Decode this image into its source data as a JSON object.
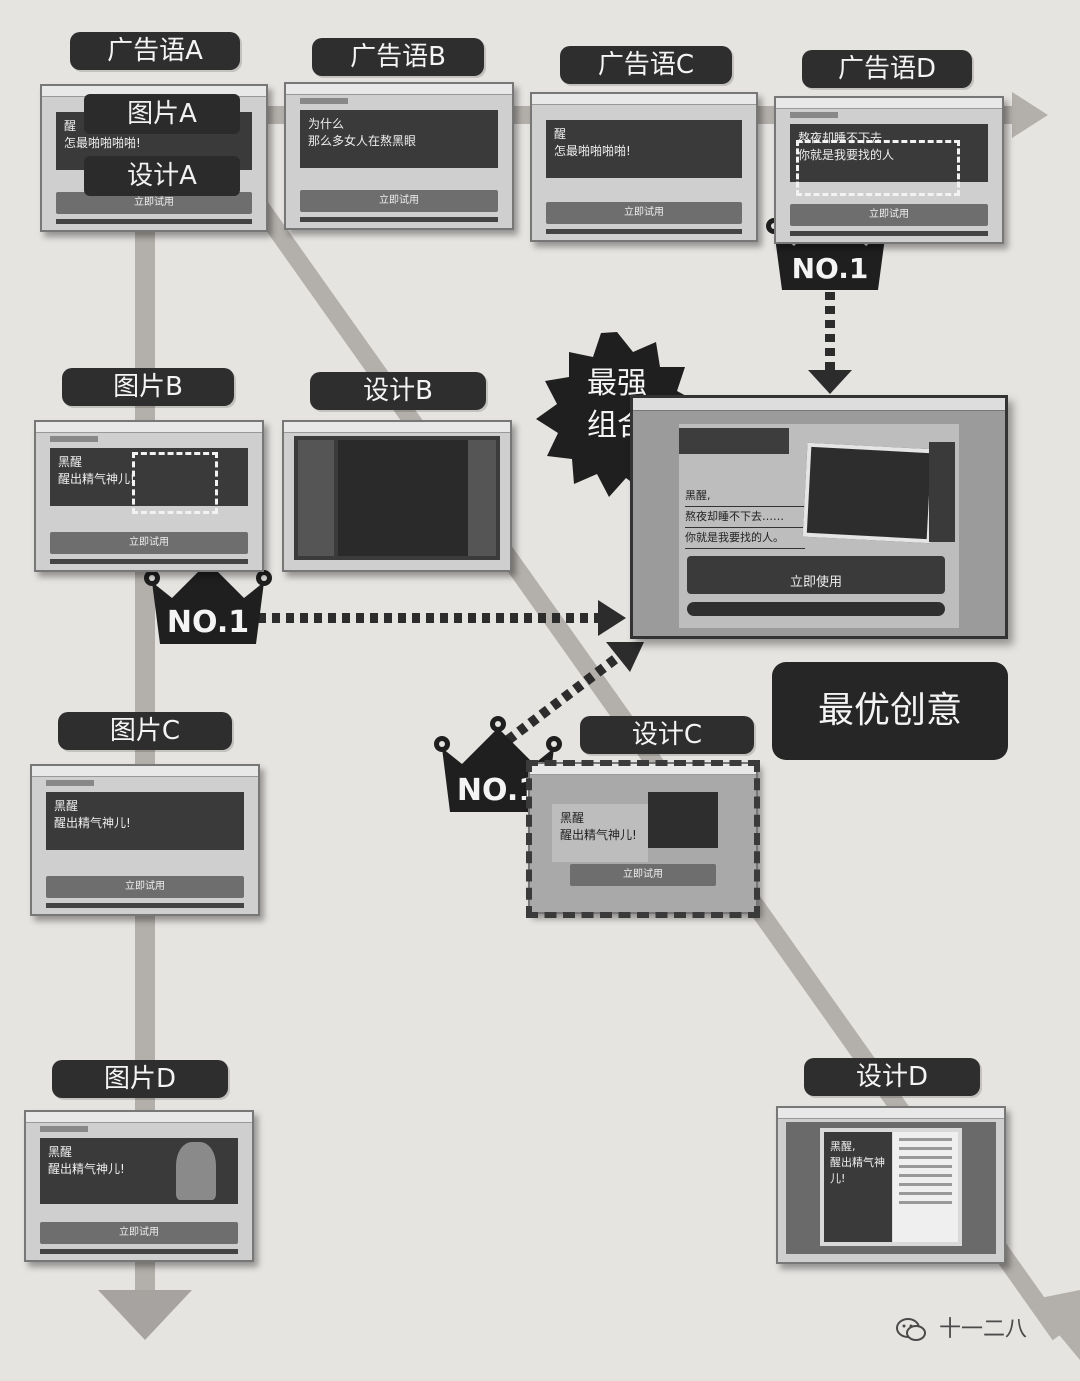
{
  "labels": {
    "slogan_a": "广告语A",
    "slogan_b": "广告语B",
    "slogan_c": "广告语C",
    "slogan_d": "广告语D",
    "image_a": "图片A",
    "image_b": "图片B",
    "image_c": "图片C",
    "image_d": "图片D",
    "design_a": "设计A",
    "design_b": "设计B",
    "design_c": "设计C",
    "design_d": "设计D"
  },
  "badges": {
    "crown_text": "NO.1",
    "burst_line1": "最强",
    "burst_line2": "组合",
    "best_idea": "最优创意"
  },
  "screens": {
    "a_line1": "醒",
    "a_line2": "怎最啪啪啪啪!",
    "b_line1": "为什么",
    "b_line2": "那么多女人在熬黑眼",
    "c_line1": "醒",
    "c_line2": "怎最啪啪啪啪!",
    "d_line1": "熬夜却睡不下去",
    "d_line2": "你就是我要找的人",
    "img_line1": "黑醒",
    "img_line2": "醒出精气神儿!",
    "design_d_line1": "黑醒,",
    "design_d_line2": "醒出精气神儿!",
    "cta": "立即试用",
    "best_line1": "黑醒,",
    "best_line2": "熬夜却睡不下去……",
    "best_line3": "你就是我要找的人。",
    "best_cta": "立即使用"
  },
  "watermark": {
    "text": "十一二八",
    "icon": "wechat-icon"
  },
  "colors": {
    "background": "#e6e4e1",
    "label_bg": "#2e2e2e",
    "path": "#b3afab"
  }
}
